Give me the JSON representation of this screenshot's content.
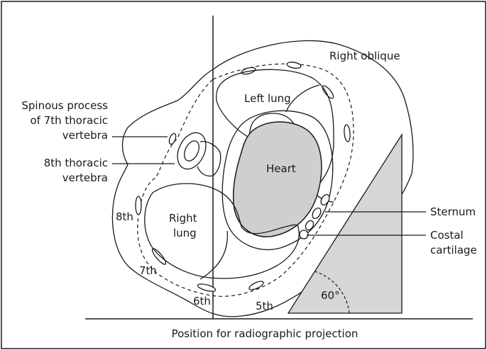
{
  "figure": {
    "caption": "Position for radiographic projection",
    "colors": {
      "line": "#1a1a1a",
      "heart_fill": "#cfcfcf",
      "wedge_fill": "#d6d6d6",
      "background": "#ffffff"
    }
  },
  "labels": {
    "right_oblique": "Right oblique",
    "left_lung": "Left lung",
    "heart": "Heart",
    "right_lung_line1": "Right",
    "right_lung_line2": "lung",
    "spinous_line1": "Spinous process",
    "spinous_line2": "of 7th thoracic",
    "spinous_line3": "vertebra",
    "eighth_line1": "8th thoracic",
    "eighth_line2": "vertebra",
    "sternum": "Sternum",
    "costal_line1": "Costal",
    "costal_line2": "cartilage",
    "rib_8th": "8th",
    "rib_7th": "7th",
    "rib_6th": "6th",
    "rib_5th": "5th",
    "angle": "60°"
  }
}
